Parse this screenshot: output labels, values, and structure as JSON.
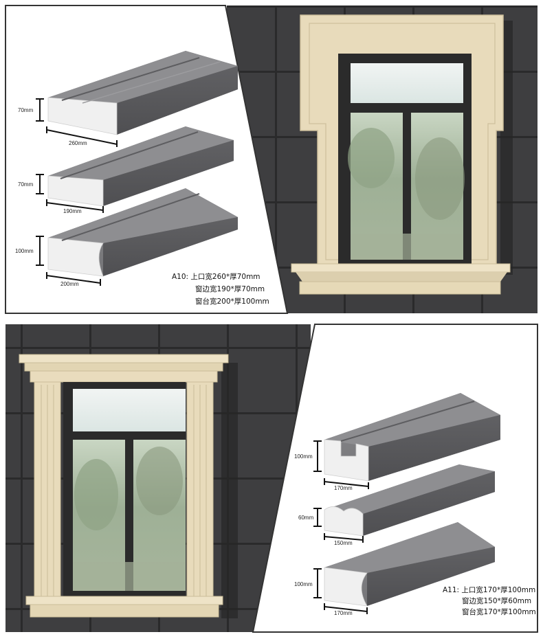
{
  "panel_a10": {
    "profiles": [
      {
        "height_label": "70mm",
        "width_label": "260mm"
      },
      {
        "height_label": "70mm",
        "width_label": "190mm"
      },
      {
        "height_label": "100mm",
        "width_label": "200mm"
      }
    ],
    "spec_lines": [
      "A10:  上口宽260*厚70mm",
      "窗边宽190*厚70mm",
      "窗台宽200*厚100mm"
    ]
  },
  "panel_a11": {
    "profiles": [
      {
        "height_label": "100mm",
        "width_label": "170mm"
      },
      {
        "height_label": "60mm",
        "width_label": "150mm"
      },
      {
        "height_label": "100mm",
        "width_label": "170mm"
      }
    ],
    "spec_lines": [
      "A11:  上口宽170*厚100mm",
      "窗边宽150*厚60mm",
      "窗台宽170*厚100mm"
    ]
  },
  "colors": {
    "wall_tile": "#3d3d3f",
    "grout": "#2a2a2b",
    "sandstone": "#e9dcbc",
    "profile_gray": "#6f6f72",
    "frame_dark": "#2b2b2b"
  }
}
